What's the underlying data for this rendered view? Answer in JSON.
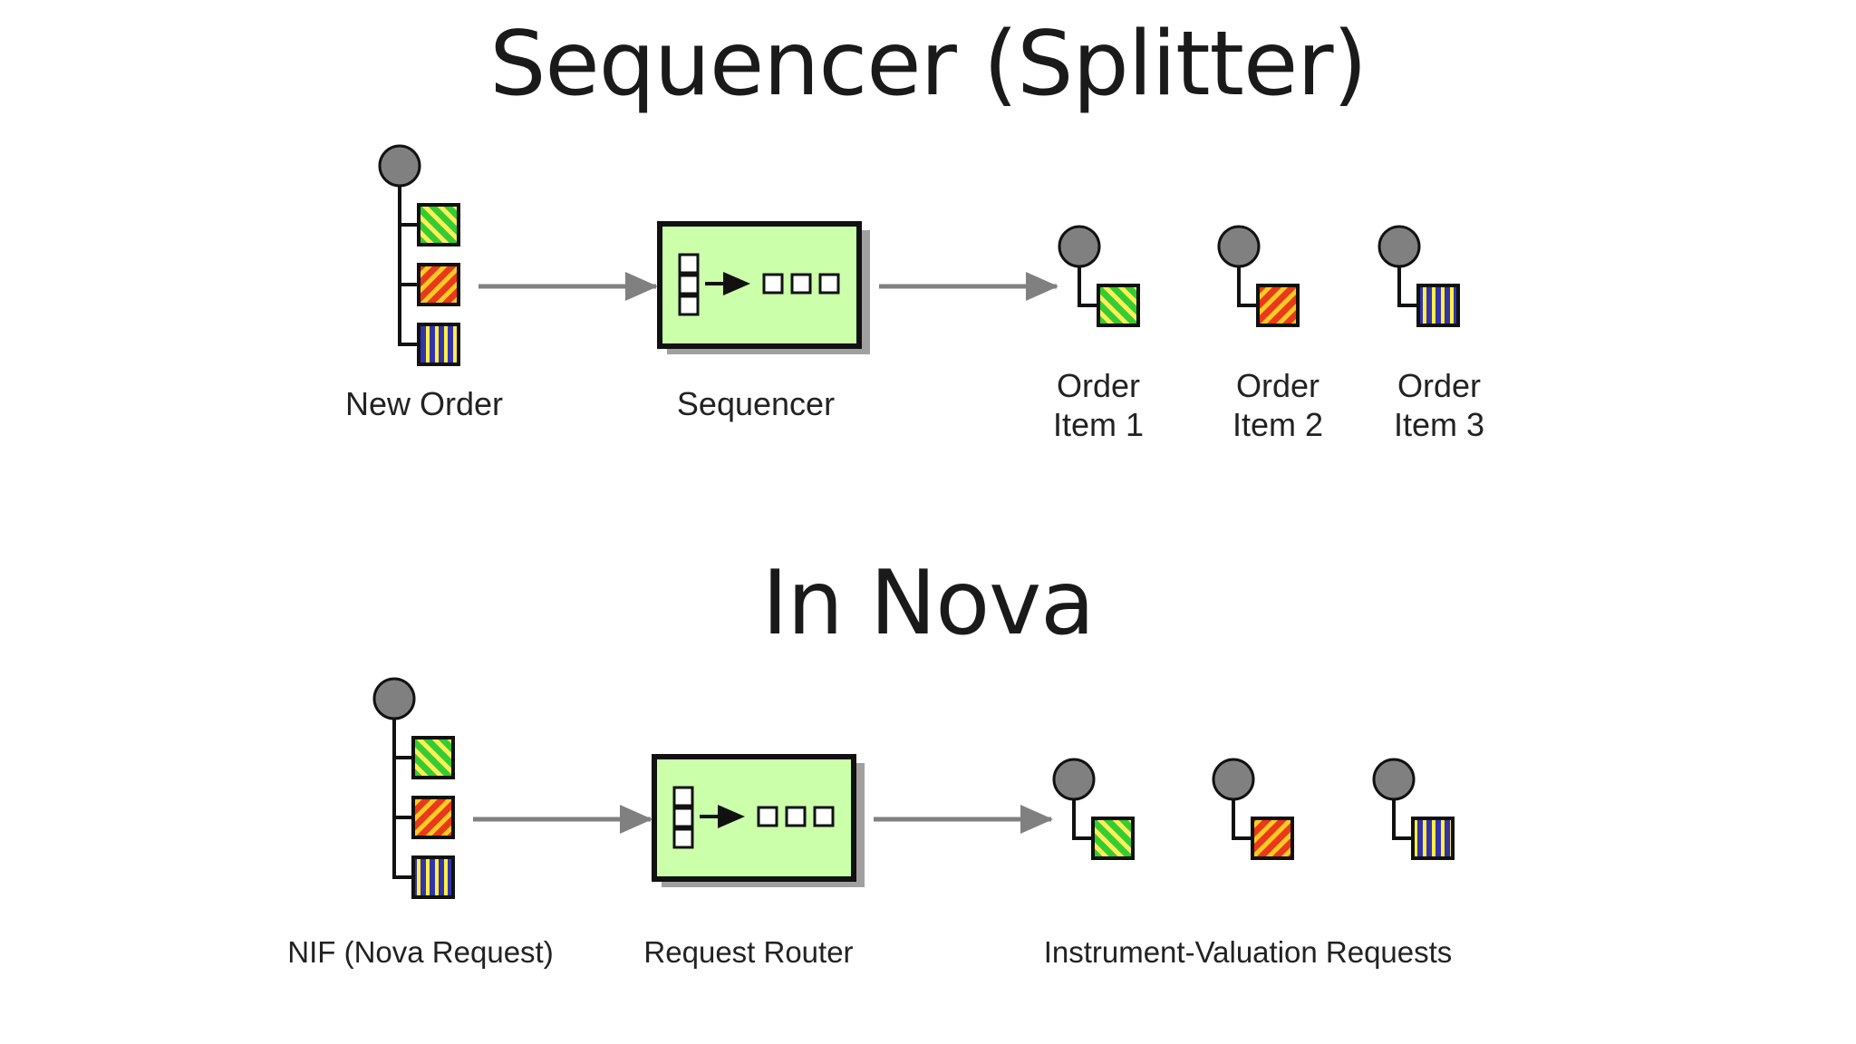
{
  "slide": {
    "title": "Sequencer (Splitter)",
    "title_bottom": "In Nova"
  },
  "top_diagram": {
    "input_label": "New Order",
    "processor_label": "Sequencer",
    "outputs": [
      {
        "line1": "Order",
        "line2": "Item 1",
        "pattern": "green-diagonal"
      },
      {
        "line1": "Order",
        "line2": "Item 2",
        "pattern": "red-diagonal"
      },
      {
        "line1": "Order",
        "line2": "Item 3",
        "pattern": "blue-vertical"
      }
    ]
  },
  "bottom_diagram": {
    "input_label": "NIF (Nova Request)",
    "processor_label": "Request Router",
    "outputs_label": "Instrument-Valuation Requests"
  },
  "colors": {
    "processor_fill": "#ccffaa",
    "node_gray": "#808080",
    "arrow_gray": "#808080",
    "green": "#33cc33",
    "red": "#e8391a",
    "yellow": "#ffee33",
    "blue": "#3333aa"
  }
}
